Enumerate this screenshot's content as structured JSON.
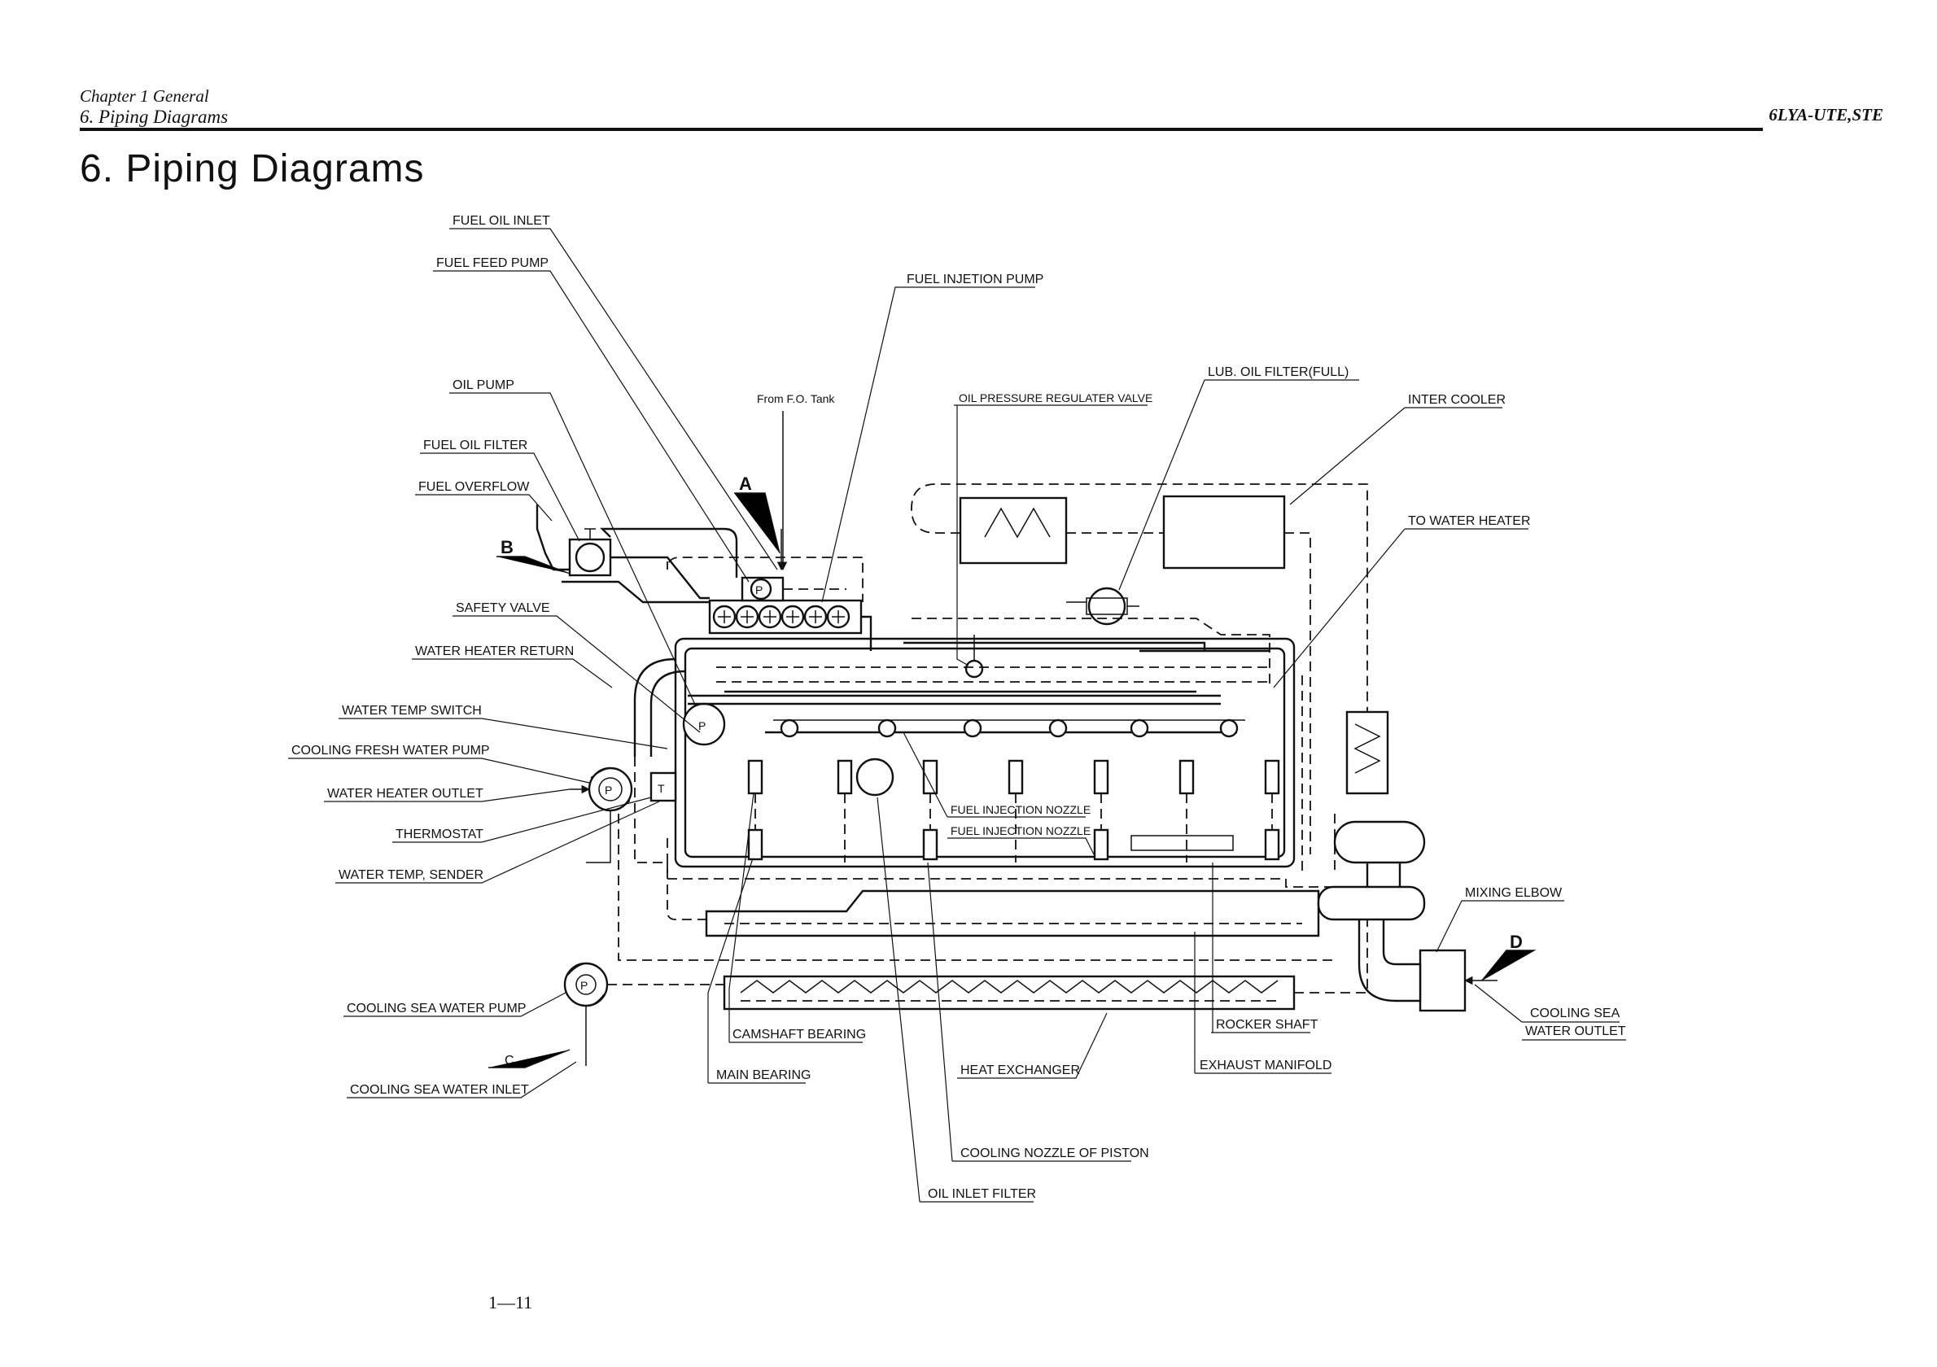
{
  "header": {
    "chapter": "Chapter 1 General",
    "section": "6. Piping Diagrams",
    "model": "6LYA-UTE,STE"
  },
  "page_title": "6. Piping Diagrams",
  "page_number": "1—11",
  "diagram": {
    "markers": {
      "a": "A",
      "b": "B",
      "c": "C",
      "d": "D"
    },
    "labels": {
      "fuel_oil_inlet": "FUEL OIL INLET",
      "fuel_feed_pump": "FUEL FEED PUMP",
      "fuel_injection_pump": "FUEL INJETION PUMP",
      "oil_pump": "OIL PUMP",
      "from_fo_tank": "From F.O. Tank",
      "oil_pressure_valve": "OIL PRESSURE REGULATER VALVE",
      "lub_oil_filter": "LUB. OIL FILTER(FULL)",
      "inter_cooler": "INTER COOLER",
      "fuel_oil_filter": "FUEL OIL FILTER",
      "fuel_overflow": "FUEL OVERFLOW",
      "to_water_heater": "TO WATER HEATER",
      "safety_valve": "SAFETY VALVE",
      "water_heater_return": "WATER HEATER RETURN",
      "water_temp_switch": "WATER TEMP SWITCH",
      "cooling_fresh_water_pump": "COOLING FRESH WATER PUMP",
      "water_heater_outlet": "WATER HEATER OUTLET",
      "thermostat": "THERMOSTAT",
      "water_temp_sender": "WATER TEMP, SENDER",
      "fuel_injection_nozzle_1": "FUEL INJECTION NOZZLE",
      "fuel_injection_nozzle_2": "FUEL INJECTION NOZZLE",
      "mixing_elbow": "MIXING ELBOW",
      "cooling_sea_water_pump": "COOLING SEA WATER PUMP",
      "camshaft_bearing": "CAMSHAFT BEARING",
      "main_bearing": "MAIN BEARING",
      "heat_exchanger": "HEAT EXCHANGER",
      "rocker_shaft": "ROCKER SHAFT",
      "exhaust_manifold": "EXHAUST MANIFOLD",
      "cooling_sea_water_outlet_1": "COOLING SEA",
      "cooling_sea_water_outlet_2": "WATER OUTLET",
      "cooling_sea_water_inlet": "COOLING SEA WATER INLET",
      "cooling_nozzle_of_piston": "COOLING NOZZLE OF PISTON",
      "oil_inlet_filter": "OIL INLET FILTER"
    },
    "symbols": {
      "pump_letter": "P",
      "thermostat_letter": "T"
    }
  }
}
